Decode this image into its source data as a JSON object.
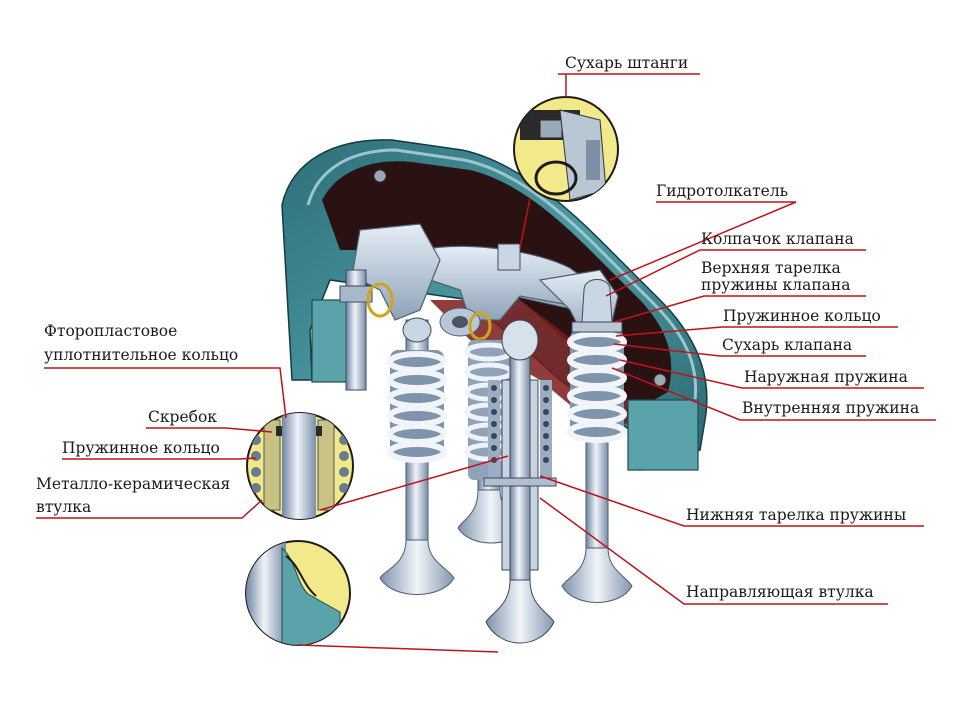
{
  "labels": {
    "rod_key": "Сухарь штанги",
    "hydro_lifter": "Гидротолкатель",
    "valve_cap": "Колпачок клапана",
    "upper_plate_1": "Верхняя тарелка",
    "upper_plate_2": "пружины клапана",
    "spring_ring_right": "Пружинное кольцо",
    "valve_key": "Сухарь клапана",
    "outer_spring": "Наружная пружина",
    "inner_spring": "Внутренняя пружина",
    "ptfe_ring_1": "Фторопластовое",
    "ptfe_ring_2": "уплотнительное кольцо",
    "scraper": "Скребок",
    "spring_ring_left": "Пружинное кольцо",
    "metal_ceramic_1": "Металло-керамическая",
    "metal_ceramic_2": "втулка",
    "lower_plate": "Нижняя тарелка пружины",
    "guide_sleeve": "Направляющая втулка"
  },
  "colors": {
    "leader_line": "#c0121e",
    "inset_fill": "#f2e98a",
    "inset_border": "#1c1c1c",
    "housing_teal": "#3f8c94",
    "metal_light": "#dfe8f2",
    "metal_dark": "#7f93aa",
    "interior_dark": "#2b1212"
  }
}
